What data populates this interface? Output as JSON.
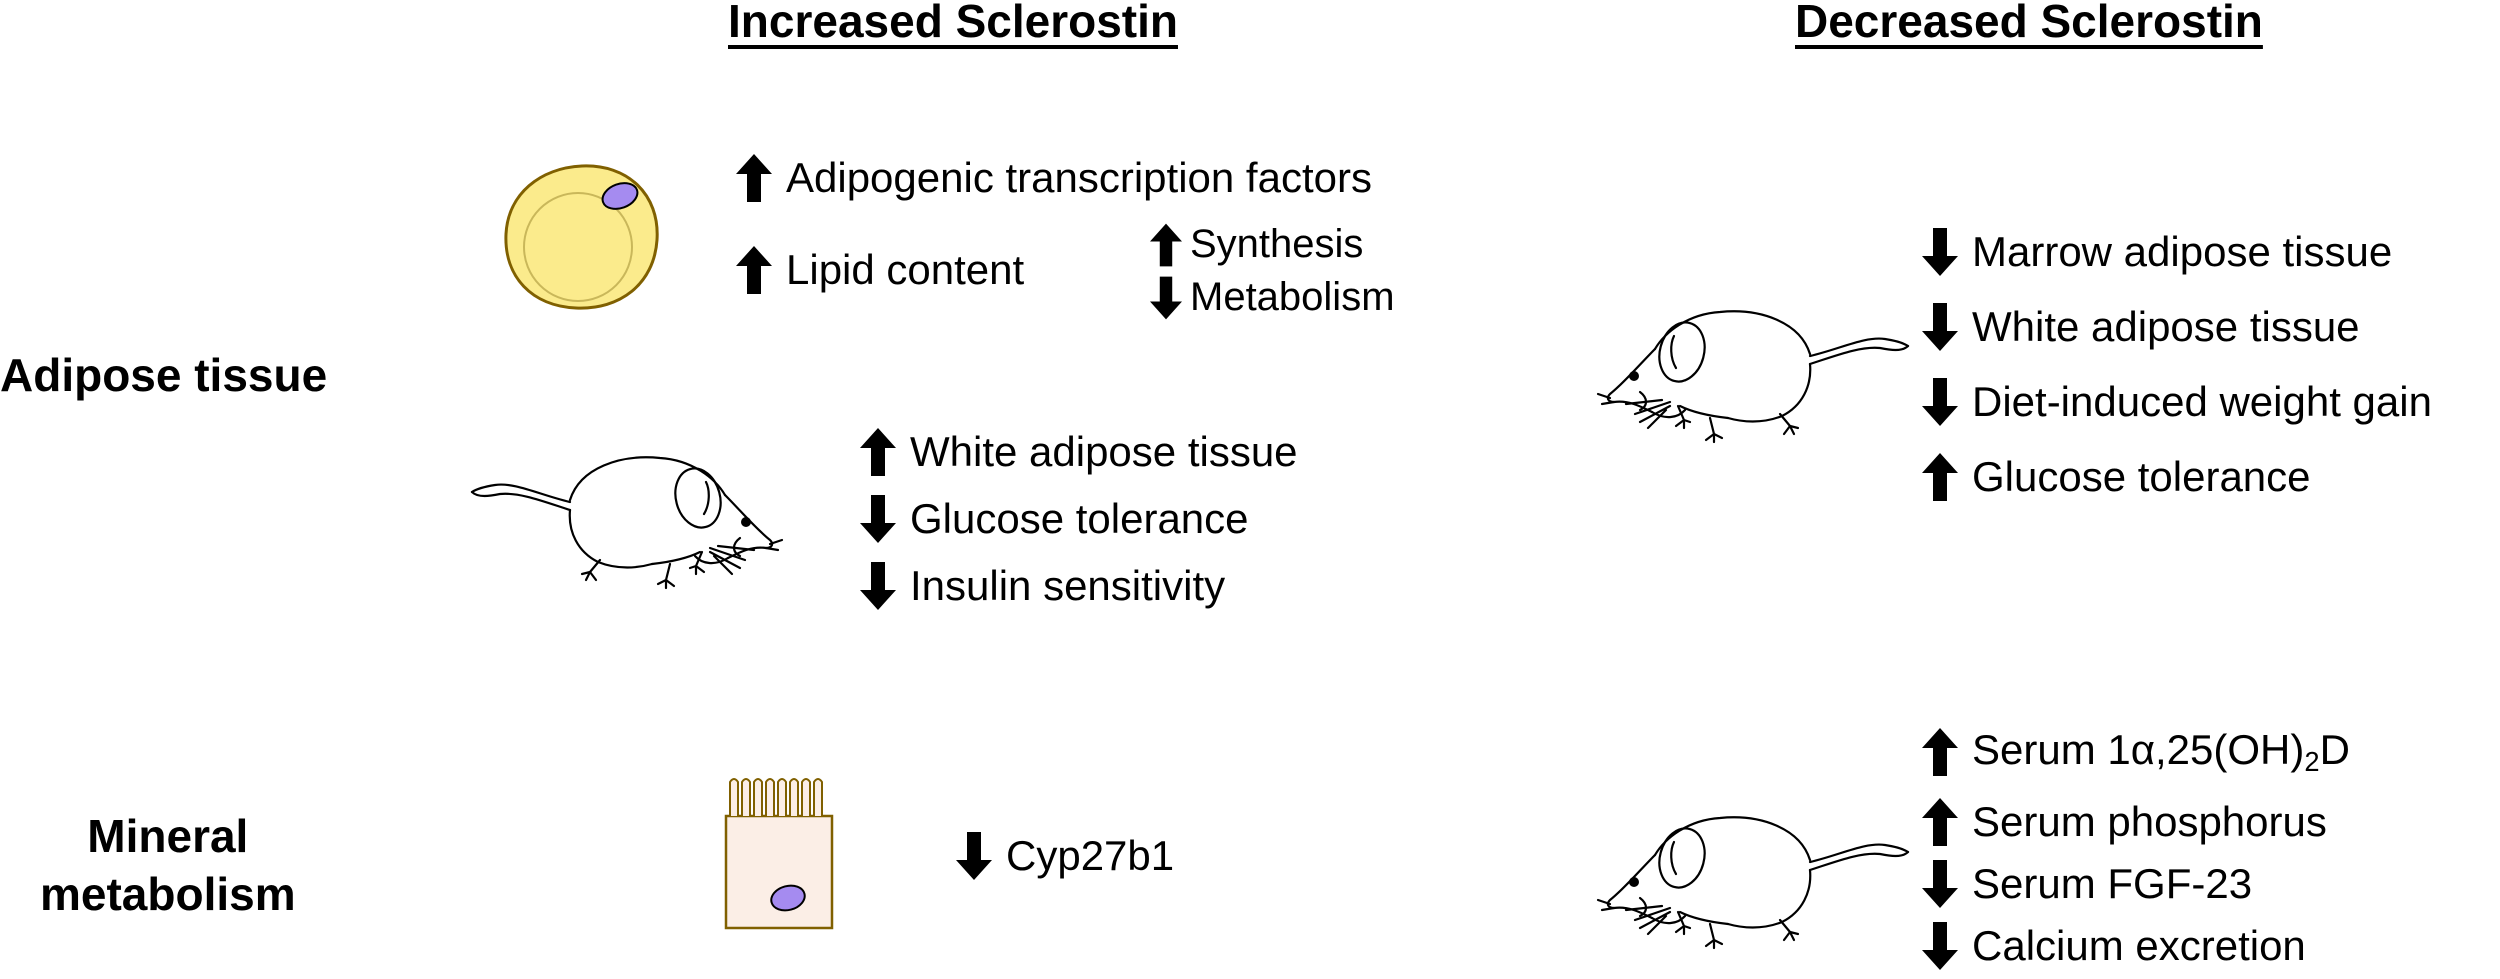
{
  "headers": {
    "increased": "Increased Sclerostin",
    "decreased": "Decreased Sclerostin"
  },
  "rows": {
    "adipose": "Adipose tissue",
    "mineral_line1": "Mineral",
    "mineral_line2": "metabolism"
  },
  "increased_adipose_cell": [
    {
      "dir": "up",
      "text": "Adipogenic transcription factors"
    },
    {
      "dir": "up",
      "text": "Lipid content"
    }
  ],
  "increased_lipid_sub": [
    {
      "dir": "up",
      "text": "Synthesis"
    },
    {
      "dir": "down",
      "text": "Metabolism"
    }
  ],
  "increased_adipose_mouse": [
    {
      "dir": "up",
      "text": "White adipose tissue"
    },
    {
      "dir": "down",
      "text": "Glucose tolerance"
    },
    {
      "dir": "down",
      "text": "Insulin sensitivity"
    }
  ],
  "increased_mineral": [
    {
      "dir": "down",
      "text": "Cyp27b1"
    }
  ],
  "decreased_adipose": [
    {
      "dir": "down",
      "text": "Marrow adipose tissue"
    },
    {
      "dir": "down",
      "text": "White adipose tissue"
    },
    {
      "dir": "down",
      "text": "Diet-induced weight gain"
    },
    {
      "dir": "up",
      "text": "Glucose tolerance"
    }
  ],
  "decreased_mineral": [
    {
      "dir": "up",
      "text": "Serum 1α,25(OH)",
      "sub": "2",
      "suffix": "D"
    },
    {
      "dir": "up",
      "text": "Serum phosphorus"
    },
    {
      "dir": "down",
      "text": "Serum FGF-23"
    },
    {
      "dir": "down",
      "text": "Calcium excretion"
    }
  ],
  "colors": {
    "fat_cell_fill": "#fbeb8c",
    "fat_cell_outline": "#806000",
    "nucleus": "#a58bf0",
    "kidney_cell_fill": "#fbeee6"
  },
  "icons": {
    "up": "up-arrow-icon",
    "down": "down-arrow-icon",
    "mouse": "mouse-icon",
    "adipocyte": "adipocyte-icon",
    "kidney_cell": "kidney-cell-icon"
  }
}
